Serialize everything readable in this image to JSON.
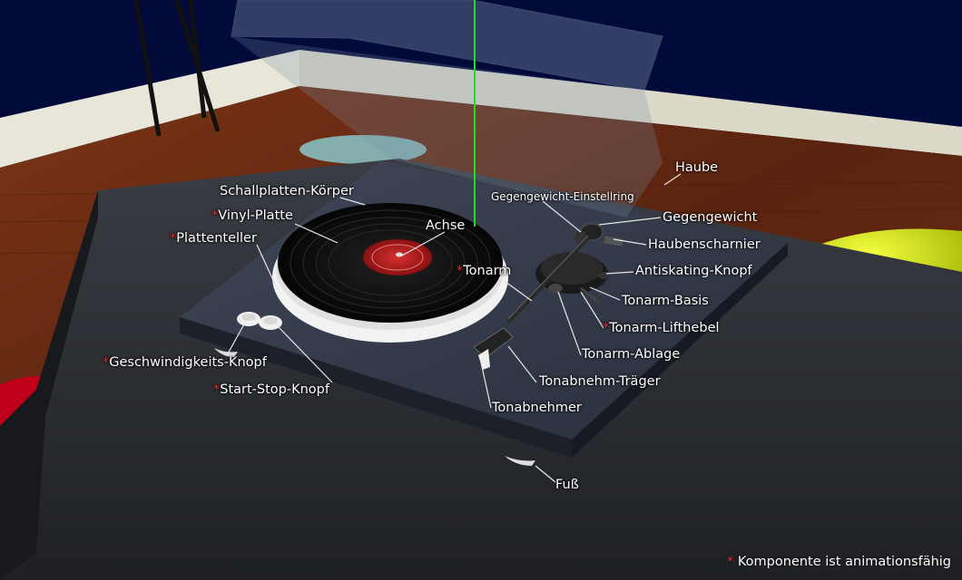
{
  "labels": {
    "haube": "Haube",
    "gegengewicht_einstellring": "Gegengewicht-Einstellring",
    "gegengewicht": "Gegengewicht",
    "haubenscharnier": "Haubenscharnier",
    "antiskating_knopf": "Antiskating-Knopf",
    "tonarm_basis": "Tonarm-Basis",
    "tonarm_lifthebel": "Tonarm-Lifthebel",
    "tonarm_ablage": "Tonarm-Ablage",
    "tonabnehm_traeger": "Tonabnehm-Träger",
    "tonabnehmer": "Tonabnehmer",
    "schallplatten_koerper": "Schallplatten-Körper",
    "vinyl_platte": "Vinyl-Platte",
    "plattenteller": "Plattenteller",
    "achse": "Achse",
    "tonarm": "Tonarm",
    "geschwindigkeits_knopf": "Geschwindigkeits-Knopf",
    "start_stop_knopf": "Start-Stop-Knopf",
    "fuss": "Fuß"
  },
  "asterisk": "*",
  "footnote": "Komponente ist animationsfähig",
  "colors": {
    "background": "#020a3a",
    "label_text": "#ffffff",
    "asterisk": "#e03030",
    "wall": "#e8e6d8",
    "floor": "#6a2a10",
    "table": "#2a2c30",
    "plinth": "#343a46",
    "record": "#0c0c0c",
    "record_label": "#c02020",
    "platter": "#f2f2f2",
    "axis_line": "#22dd22",
    "yellow_object": "#d2f000",
    "red_object": "#c0001a"
  }
}
